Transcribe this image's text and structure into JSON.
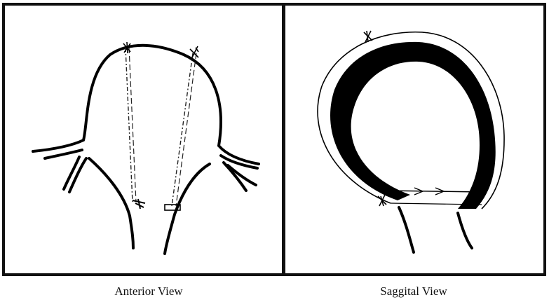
{
  "figure": {
    "panels": [
      {
        "id": "anterior",
        "caption": "Anterior View"
      },
      {
        "id": "sagittal",
        "caption": "Saggital View"
      }
    ]
  }
}
